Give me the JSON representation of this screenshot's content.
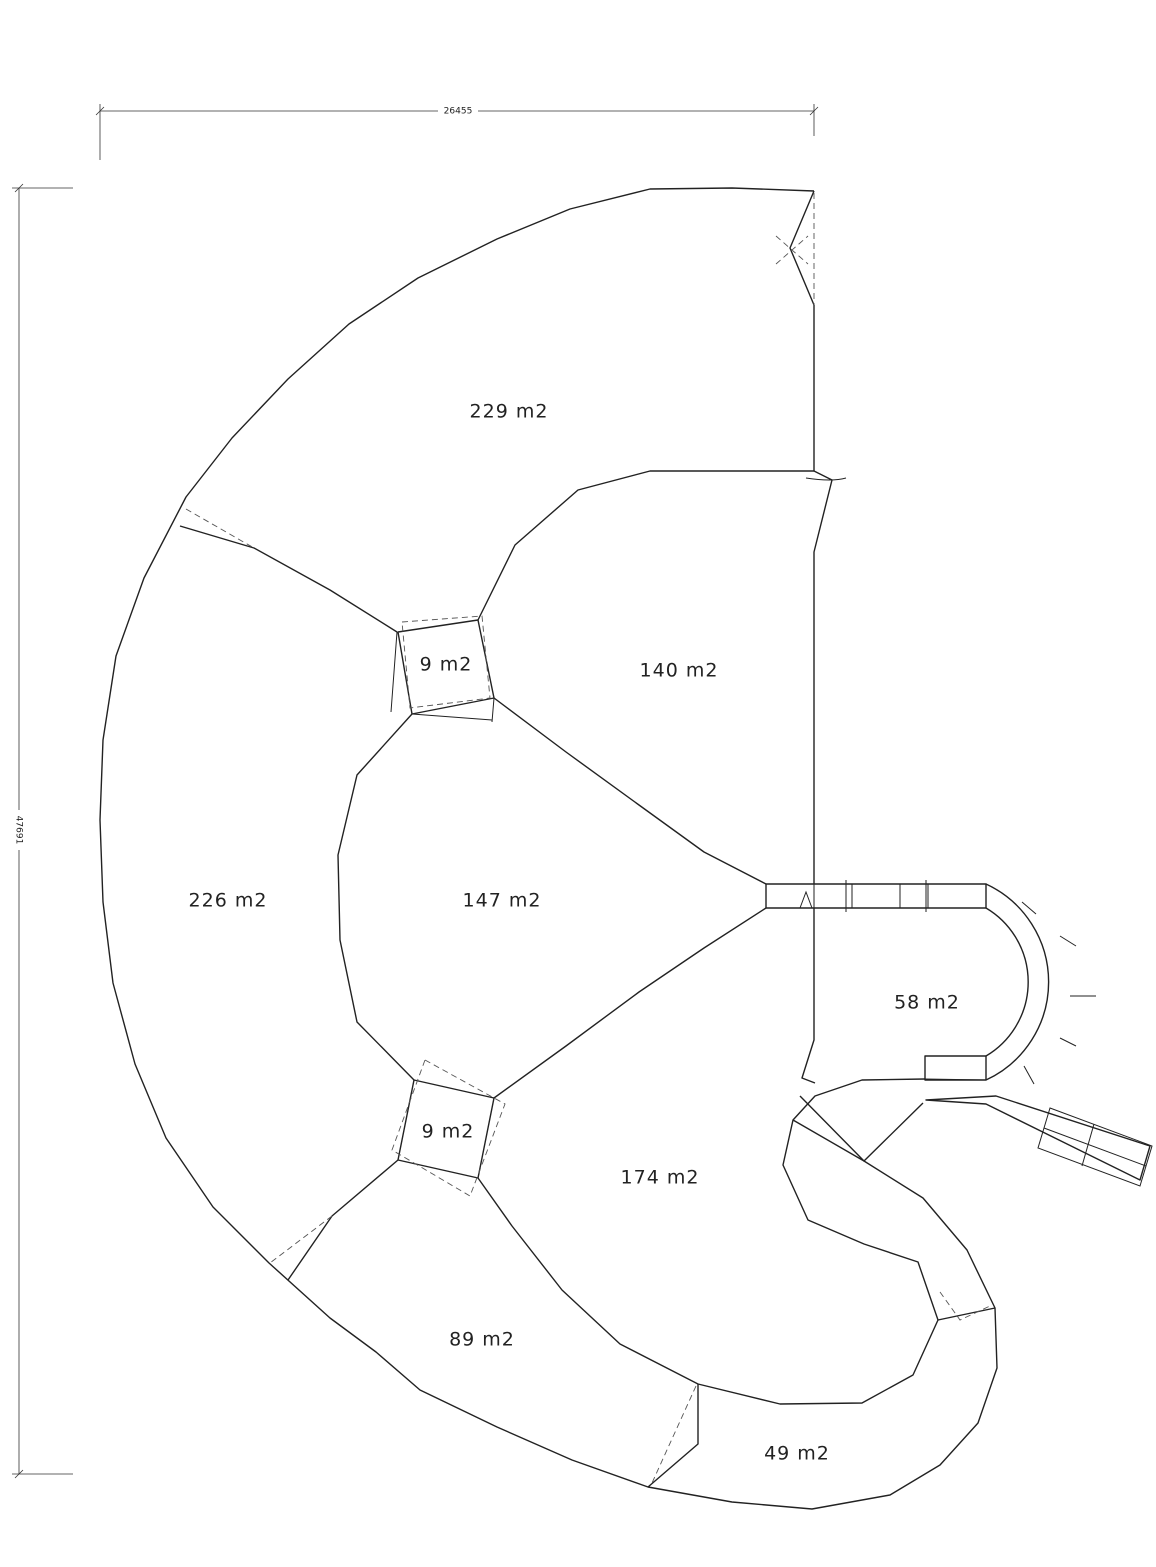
{
  "dimensions": {
    "width_label": "26455",
    "height_label": "47691"
  },
  "areas": [
    {
      "id": "top",
      "label": "229  m2"
    },
    {
      "id": "upper-right",
      "label": "140  m2"
    },
    {
      "id": "upper-small",
      "label": "9  m2"
    },
    {
      "id": "left",
      "label": "226  m2"
    },
    {
      "id": "center",
      "label": "147  m2"
    },
    {
      "id": "lower-small",
      "label": "9  m2"
    },
    {
      "id": "lower-right",
      "label": "174  m2"
    },
    {
      "id": "side",
      "label": "58  m2"
    },
    {
      "id": "bottom-left",
      "label": "89  m2"
    },
    {
      "id": "bottom-right",
      "label": "49  m2"
    }
  ]
}
